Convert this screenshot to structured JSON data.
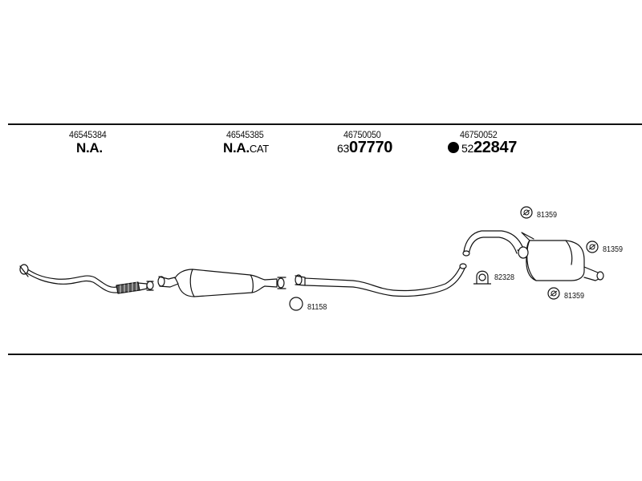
{
  "columns": [
    {
      "part_number": "46545384",
      "code": "N.A.",
      "code_suffix": ""
    },
    {
      "part_number": "46545385",
      "code": "N.A.",
      "code_suffix": "CAT"
    },
    {
      "part_number": "46750050",
      "code_prefix": "63",
      "code_main": "07770"
    },
    {
      "part_number": "46750052",
      "code_prefix": "52",
      "code_main": "22847",
      "marker": "filled-circle"
    }
  ],
  "refs": {
    "clamp_81158": "81158",
    "clamp_82328": "82328",
    "mount_top": "81359",
    "mount_right": "81359",
    "mount_bottom": "81359"
  }
}
